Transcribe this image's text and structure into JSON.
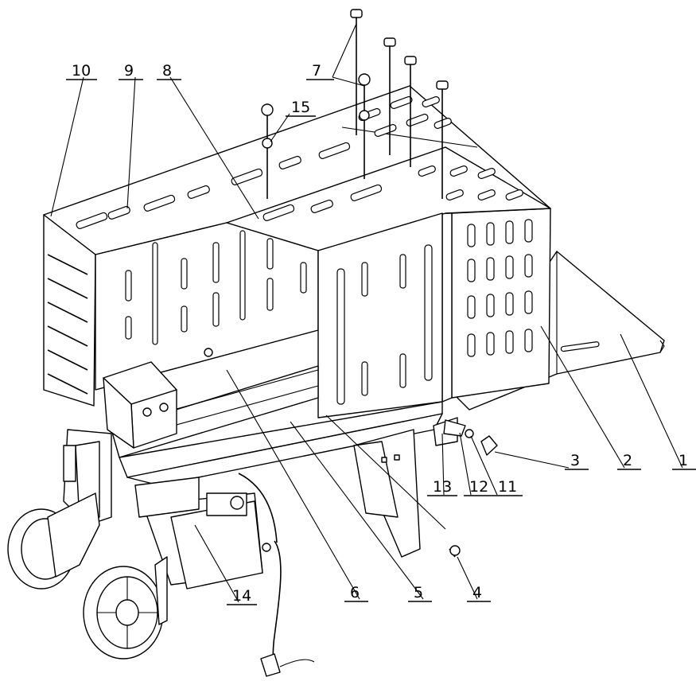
{
  "diagram": {
    "callouts": [
      "1",
      "2",
      "3",
      "4",
      "5",
      "6",
      "7",
      "8",
      "9",
      "10",
      "11",
      "12",
      "13",
      "14",
      "15"
    ]
  },
  "icons": {
    "log_splitter": "log-splitter-exploded-view",
    "bolt": "bolt-icon",
    "wheel": "wheel-icon",
    "plug": "power-plug-icon"
  }
}
